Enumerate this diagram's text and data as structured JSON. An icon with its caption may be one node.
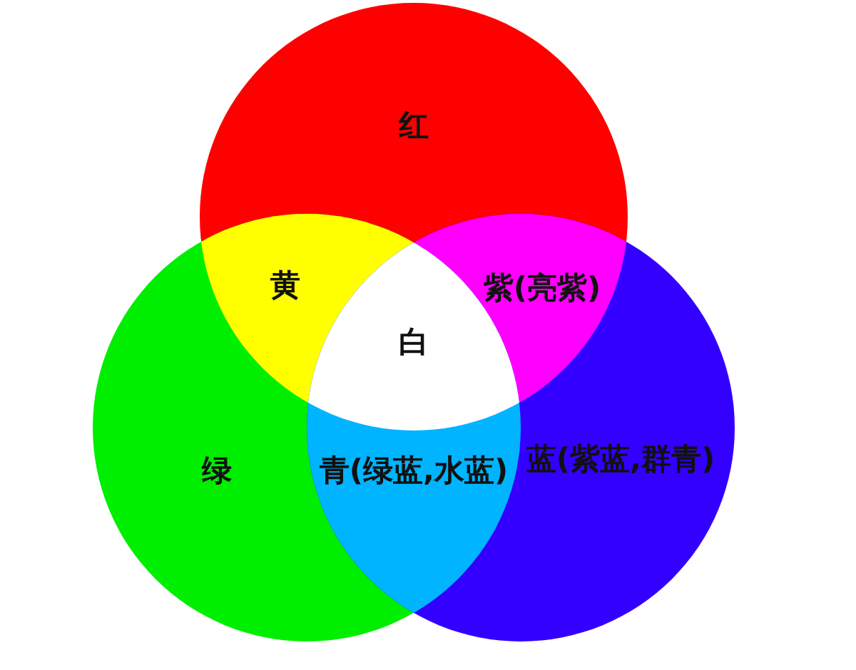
{
  "diagram": {
    "nodes": [
      {
        "text": [
          "红"
        ]
      },
      {
        "text": [
          "绿"
        ]
      },
      {
        "text": [
          "蓝(紫蓝,群青)"
        ]
      }
    ],
    "labels": [
      "黄",
      "紫(亮紫)",
      "白",
      "青(绿蓝,水蓝)"
    ]
  }
}
